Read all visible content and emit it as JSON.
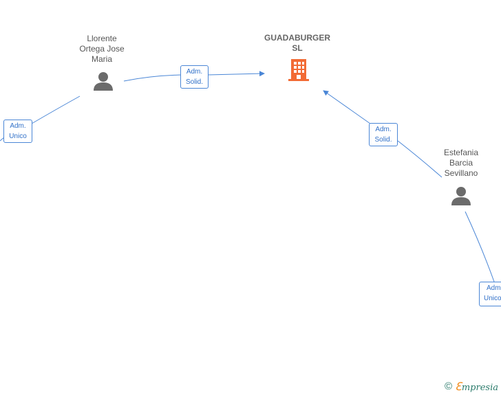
{
  "company": {
    "name_line1": "GUADABURGER",
    "name_line2": "SL",
    "icon": "building-icon",
    "icon_color": "#f26b35"
  },
  "persons": [
    {
      "id": "llorente",
      "lines": [
        "Llorente",
        "Ortega Jose",
        "Maria"
      ],
      "icon": "person-icon"
    },
    {
      "id": "estefania",
      "lines": [
        "Estefania",
        "Barcia",
        "Sevillano"
      ],
      "icon": "person-icon"
    }
  ],
  "relations": [
    {
      "id": "rel-llorente-company",
      "line1": "Adm.",
      "line2": "Solid."
    },
    {
      "id": "rel-estefania-company",
      "line1": "Adm.",
      "line2": "Solid."
    },
    {
      "id": "rel-llorente-other",
      "line1": "Adm.",
      "line2": "Unico"
    },
    {
      "id": "rel-estefania-other",
      "line1": "Adm.",
      "line2": "Unico"
    }
  ],
  "colors": {
    "edge": "#4a86d6",
    "person_icon": "#6b6b6b",
    "label_text": "#555555"
  },
  "footer": {
    "copyright_symbol": "©",
    "brand_first": "ℇ",
    "brand_rest": "mpresia"
  }
}
